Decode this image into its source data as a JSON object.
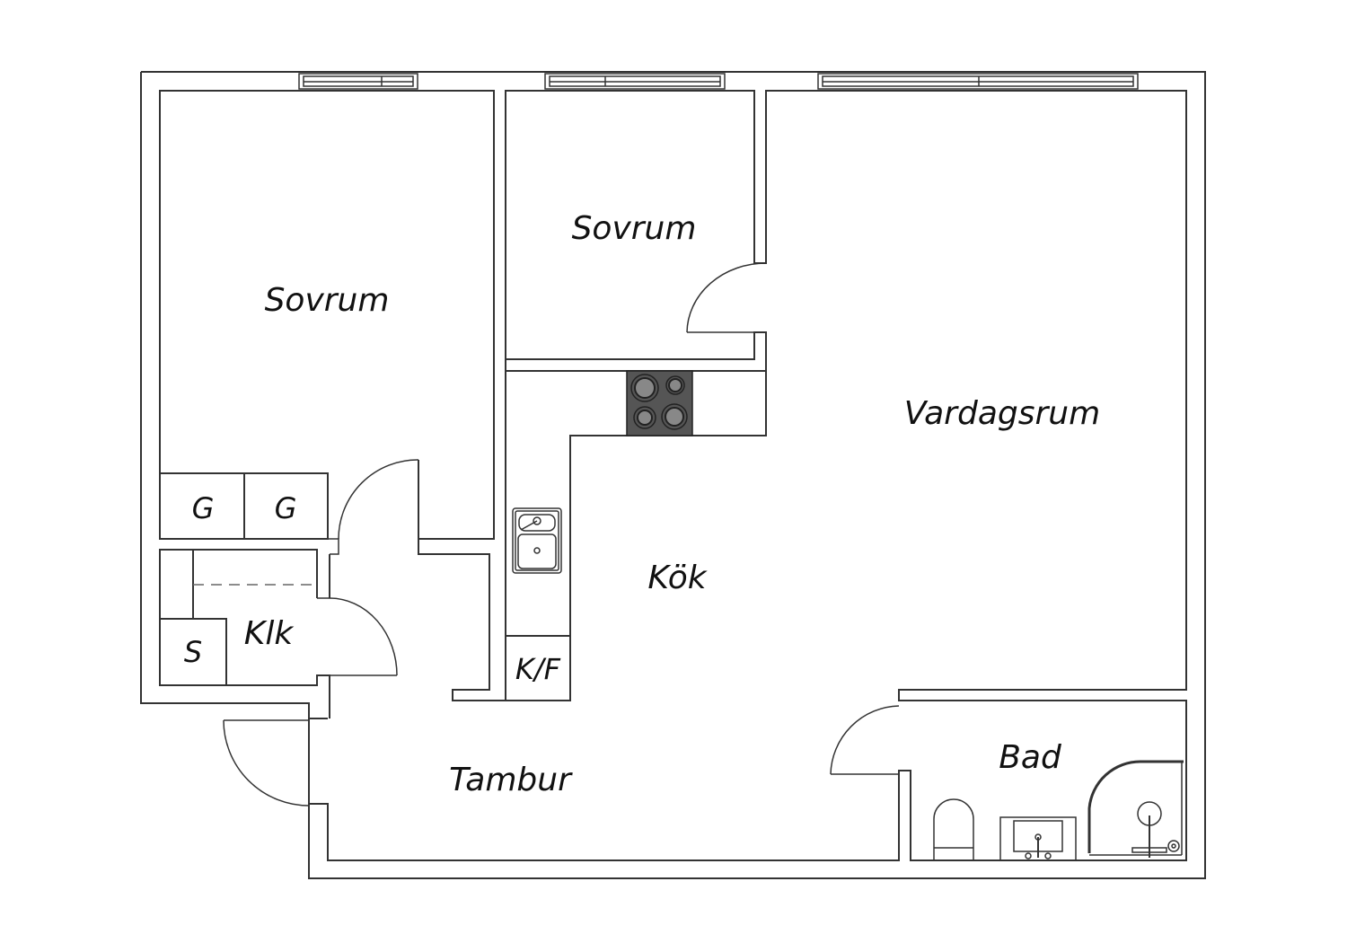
{
  "floorplan": {
    "rooms": [
      {
        "id": "sovrum-1",
        "label": "Sovrum"
      },
      {
        "id": "sovrum-2",
        "label": "Sovrum"
      },
      {
        "id": "vardagsrum",
        "label": "Vardagsrum"
      },
      {
        "id": "kok",
        "label": "Kök"
      },
      {
        "id": "tambur",
        "label": "Tambur"
      },
      {
        "id": "bad",
        "label": "Bad"
      },
      {
        "id": "klk",
        "label": "Klk"
      }
    ],
    "fixtures": {
      "wardrobe_1": "G",
      "wardrobe_2": "G",
      "storage": "S",
      "fridge_freezer": "K/F"
    },
    "colors": {
      "wall": "#333333",
      "hob": "#555555",
      "burner": "#888888",
      "background": "#ffffff"
    }
  }
}
